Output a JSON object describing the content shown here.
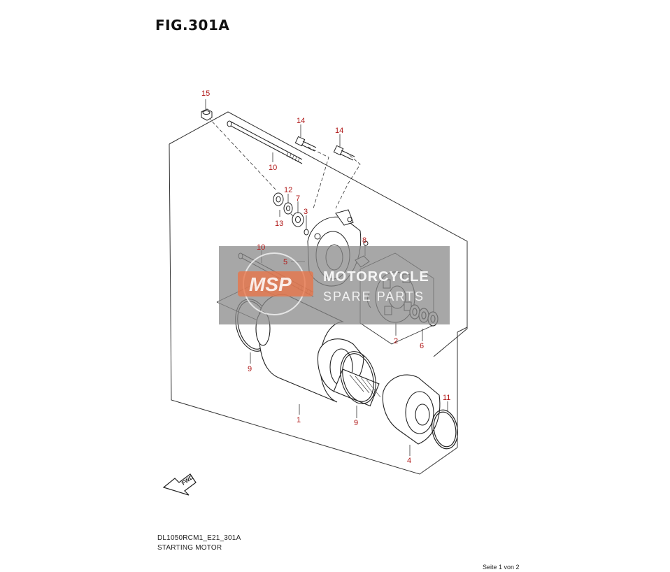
{
  "title": "FIG.301A",
  "model_code": "DL1050RCM1_E21_301A",
  "subtitle": "STARTING MOTOR",
  "page_label": "Seite 1 von 2",
  "fwd_label": "FWD",
  "watermark": {
    "logo_text": "MSP",
    "line1": "MOTORCYCLE",
    "line2": "SPARE PARTS"
  },
  "callouts": {
    "c15": "15",
    "c14a": "14",
    "c14b": "14",
    "c10a": "10",
    "c12": "12",
    "c7": "7",
    "c3": "3",
    "c13": "13",
    "c8": "8",
    "c10b": "10",
    "c5": "5",
    "c2": "2",
    "c6": "6",
    "c9a": "9",
    "c1": "1",
    "c9b": "9",
    "c11": "11",
    "c4": "4"
  },
  "colors": {
    "callout": "#b01818",
    "line": "#333333",
    "watermark_bg": "#8a8a8a",
    "watermark_logo": "#e8754a"
  }
}
